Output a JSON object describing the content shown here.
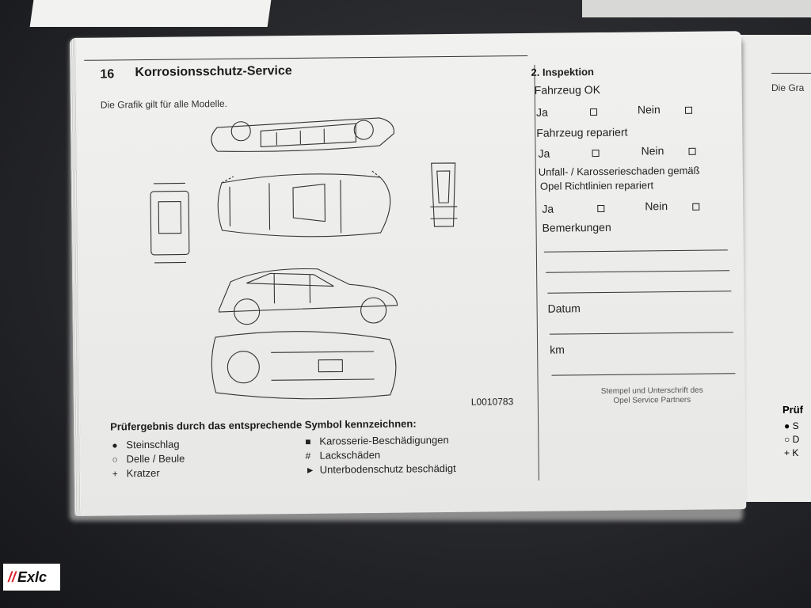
{
  "page": {
    "number": "16",
    "title": "Korrosionsschutz-Service",
    "subtitle": "Die Grafik gilt für alle Modelle.",
    "figure_code": "L0010783"
  },
  "legend": {
    "title": "Prüfergebnis durch das entsprechende Symbol kennzeichnen:",
    "items_left": [
      {
        "symbol": "●",
        "label": "Steinschlag"
      },
      {
        "symbol": "○",
        "label": "Delle / Beule"
      },
      {
        "symbol": "+",
        "label": "Kratzer"
      }
    ],
    "items_right": [
      {
        "symbol": "■",
        "label": "Karosserie-Beschädigungen"
      },
      {
        "symbol": "#",
        "label": "Lackschäden"
      },
      {
        "symbol": "►",
        "label": "Unterbodenschutz beschädigt"
      }
    ]
  },
  "inspection": {
    "title": "2. Inspektion",
    "q1": "Fahrzeug OK",
    "q2": "Fahrzeug repariert",
    "q3_line1": "Unfall- / Karosserieschaden gemäß",
    "q3_line2": "Opel Richtlinien repariert",
    "yes": "Ja",
    "no": "Nein",
    "remarks": "Bemerkungen",
    "date": "Datum",
    "km": "km",
    "stamp_line1": "Stempel und Unterschrift des",
    "stamp_line2": "Opel Service Partners"
  },
  "right_page": {
    "subtitle_partial": "Die Gra",
    "legend_partial": "Prüf",
    "legend_items_partial": [
      "S",
      "D",
      "K"
    ]
  },
  "watermark": {
    "text": "Exlc"
  }
}
